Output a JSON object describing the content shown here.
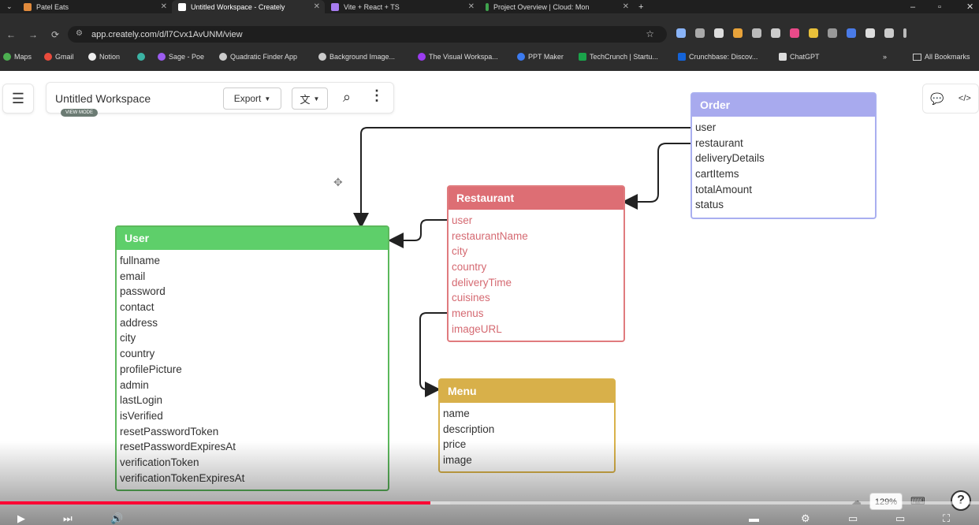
{
  "browser": {
    "tabs": [
      {
        "title": "Patel Eats",
        "active": false
      },
      {
        "title": "Untitled Workspace - Creately",
        "active": true
      },
      {
        "title": "Vite + React + TS",
        "active": false
      },
      {
        "title": "Project Overview | Cloud: Mon",
        "active": false
      }
    ],
    "new_tab_label": "+",
    "url": "app.creately.com/d/l7Cvx1AvUNM/view",
    "bookmarks": [
      "Maps",
      "Gmail",
      "Notion",
      "Sage - Poe",
      "Quadratic Finder App",
      "Background Image...",
      "The Visual Workspa...",
      "PPT Maker",
      "TechCrunch | Startu...",
      "Crunchbase: Discov...",
      "ChatGPT"
    ],
    "bookmarks_overflow": "»",
    "all_bookmarks": "All Bookmarks"
  },
  "workspace": {
    "title": "Untitled Workspace",
    "mode_badge": "VIEW MODE",
    "export_label": "Export",
    "zoom": "129%"
  },
  "entities": {
    "order": {
      "title": "Order",
      "fields": [
        "user",
        "restaurant",
        "deliveryDetails",
        "cartItems",
        "totalAmount",
        "status"
      ]
    },
    "restaurant": {
      "title": "Restaurant",
      "fields": [
        "user",
        "restaurantName",
        "city",
        "country",
        "deliveryTime",
        "cuisines",
        "menus",
        "imageURL"
      ]
    },
    "user": {
      "title": "User",
      "fields": [
        "fullname",
        "email",
        "password",
        "contact",
        "address",
        "city",
        "country",
        "profilePicture",
        "admin",
        "lastLogin",
        "isVerified",
        "resetPasswordToken",
        "resetPasswordExpiresAt",
        "verificationToken",
        "verificationTokenExpiresAt"
      ]
    },
    "menu": {
      "title": "Menu",
      "fields": [
        "name",
        "description",
        "price",
        "image"
      ]
    }
  },
  "colors": {
    "user": "#5ecf6a",
    "restaurant": "#dd6e74",
    "order": "#a8aaee",
    "menu": "#d8b04a",
    "progress": "#ff0033"
  },
  "video": {
    "progress_fraction": 0.44
  }
}
